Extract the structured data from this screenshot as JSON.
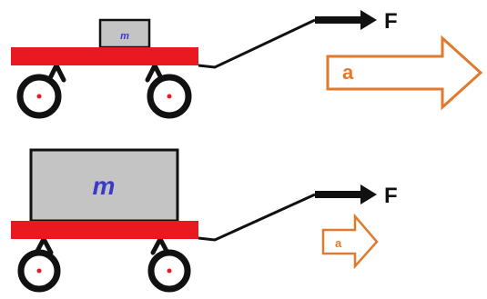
{
  "colors": {
    "cart_bed": "#e8191f",
    "mass_fill": "#c4c4c4",
    "mass_stroke": "#111111",
    "mass_label": "#3a3ac8",
    "wheel": "#111111",
    "axle": "#e8191f",
    "force": "#111111",
    "accel": "#e07a2e"
  },
  "carts": [
    {
      "mass_label": "m",
      "force_label": "F",
      "accel_label": "a",
      "accel_size": "large"
    },
    {
      "mass_label": "m",
      "force_label": "F",
      "accel_label": "a",
      "accel_size": "small"
    }
  ]
}
